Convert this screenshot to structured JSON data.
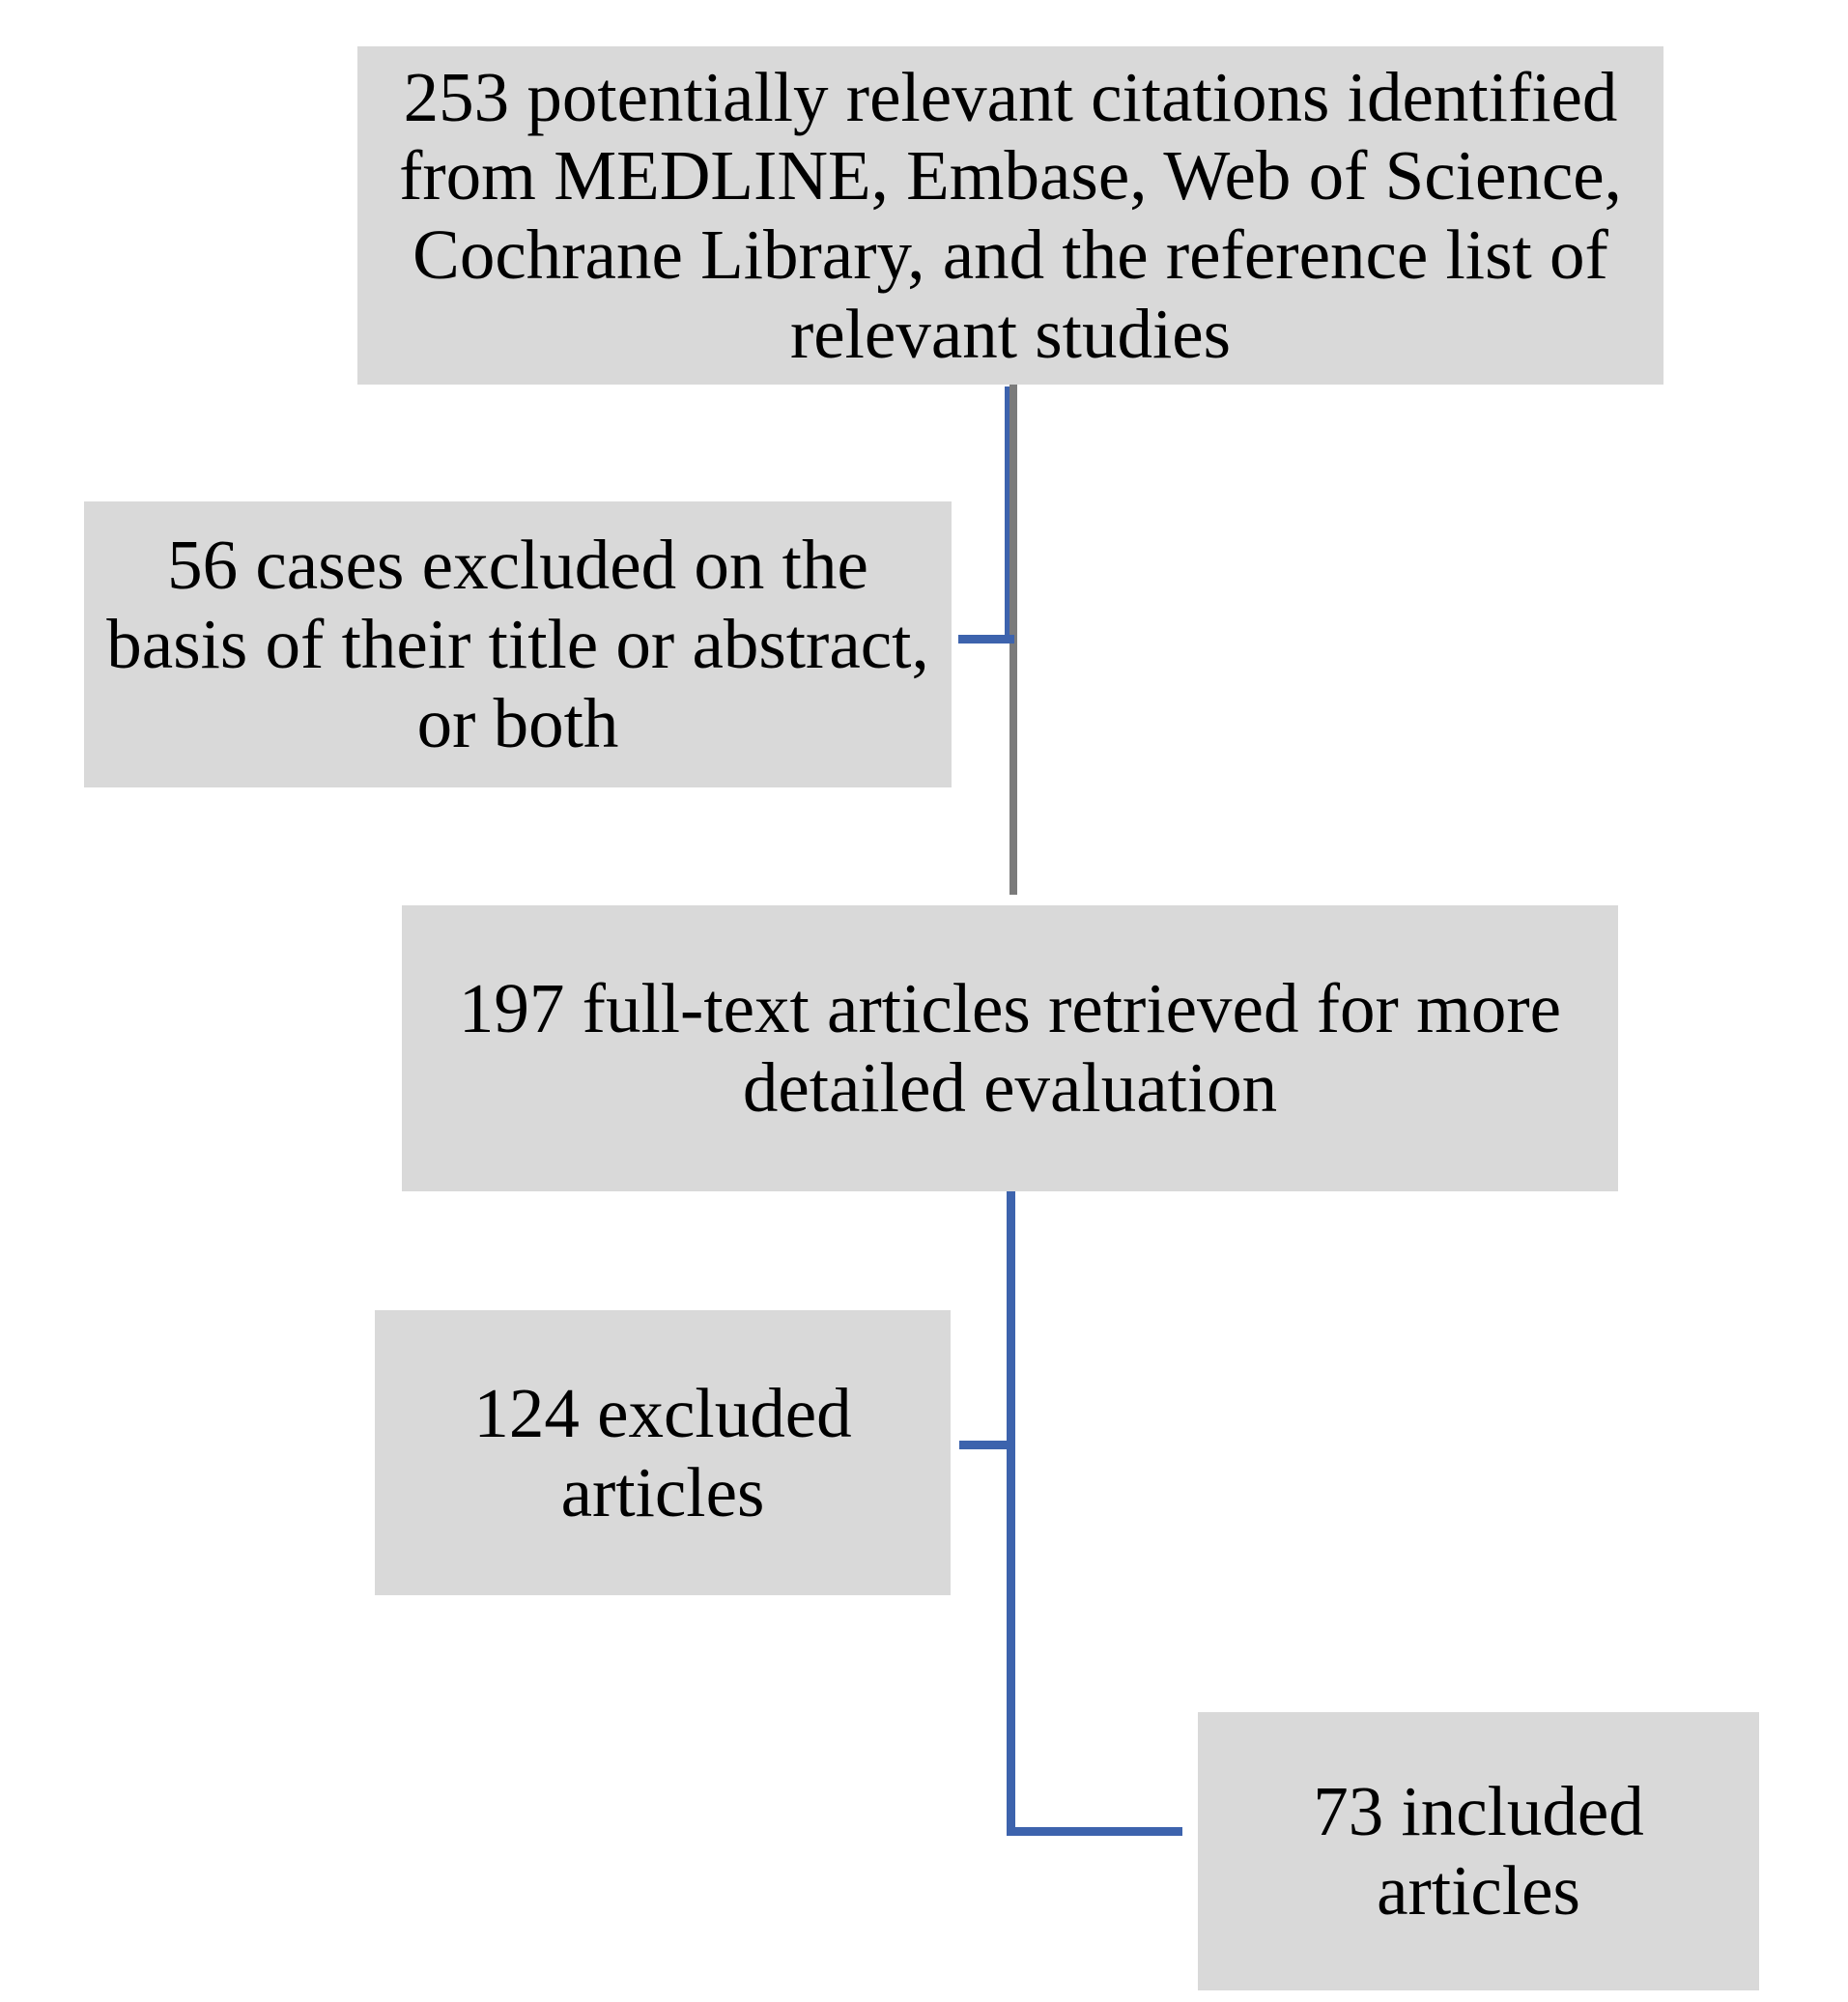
{
  "diagram": {
    "type": "study-selection-flowchart",
    "colors": {
      "background": "#ffffff",
      "node_fill": "#d9d9d9",
      "text": "#000000",
      "connector_gray": "#7b7b7b",
      "connector_blue": "#3d63ad"
    },
    "nodes": [
      {
        "id": "citations-identified",
        "text": "253 potentially relevant citations identified from MEDLINE, Embase, Web of Science, Cochrane Library, and the reference list of relevant studies"
      },
      {
        "id": "cases-excluded",
        "text": "56 cases excluded on the basis of their title or abstract, or both"
      },
      {
        "id": "fulltext-retrieved",
        "text": "197 full-text articles retrieved for more detailed evaluation"
      },
      {
        "id": "excluded-articles",
        "text": "124 excluded articles"
      },
      {
        "id": "included-articles",
        "text": "73 included articles"
      }
    ],
    "edges": [
      {
        "from": "citations-identified",
        "to": "fulltext-retrieved",
        "style": "gray-vertical"
      },
      {
        "from": "citations-identified",
        "to": "cases-excluded",
        "style": "blue-branch-left"
      },
      {
        "from": "fulltext-retrieved",
        "to": "excluded-articles",
        "style": "blue-branch-left"
      },
      {
        "from": "fulltext-retrieved",
        "to": "included-articles",
        "style": "blue-elbow-right"
      }
    ]
  }
}
